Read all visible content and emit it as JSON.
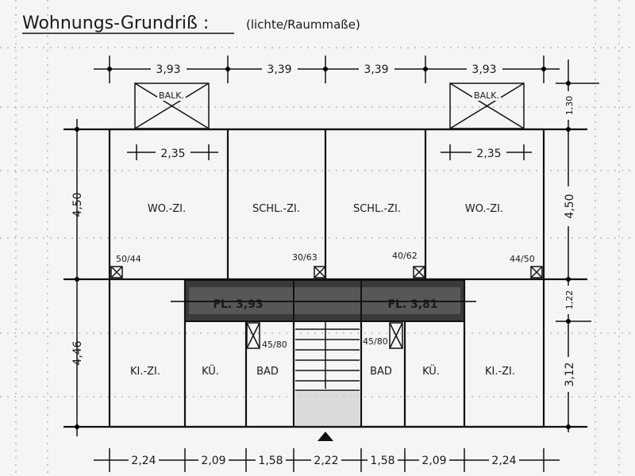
{
  "title": "Wohnungs-Grundriß :",
  "subtitle": "(lichte/Raummaße)",
  "top_dimensions": [
    "3,93",
    "3,39",
    "3,39",
    "3,93"
  ],
  "bottom_dimensions": [
    "2,24",
    "2,09",
    "1,58",
    "2,22",
    "1,58",
    "2,09",
    "2,24"
  ],
  "left_dimensions": [
    "4,50",
    "4,46"
  ],
  "right_dimensions": [
    "1,30",
    "4,50",
    "1,22",
    "3,12"
  ],
  "balconies": [
    "BALK.",
    "BALK."
  ],
  "inner_dimensions": [
    "2,35",
    "2,35"
  ],
  "rooms_upper": [
    "WO.-ZI.",
    "SCHL.-ZI.",
    "SCHL.-ZI.",
    "WO.-ZI."
  ],
  "rooms_lower": [
    "KI.-ZI.",
    "KÜ.",
    "BAD",
    "BAD",
    "KÜ.",
    "KI.-ZI."
  ],
  "windows_upper": [
    "50/44",
    "30/63",
    "40/62",
    "44/50"
  ],
  "windows_bath": [
    "45/80",
    "45/80"
  ],
  "corridors": [
    "FL. 3,93",
    "FL. 3,81"
  ],
  "colors": {
    "ink": "#111111",
    "paper": "#f5f5f3",
    "hatch": "#2a2a2a"
  }
}
